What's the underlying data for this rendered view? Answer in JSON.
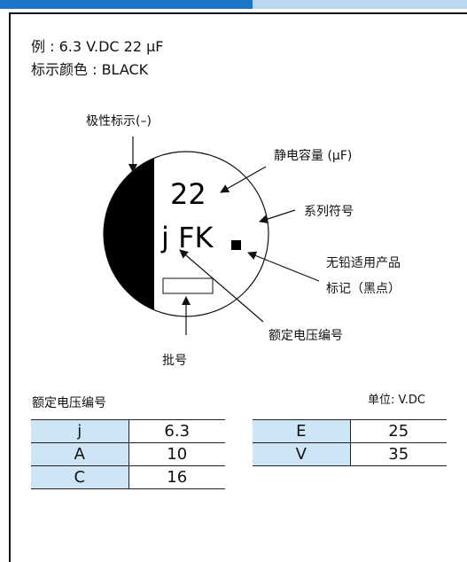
{
  "example": {
    "line1": "例 : 6.3 V.DC 22 µF",
    "line2": "标示颜色 : BLACK"
  },
  "diagram": {
    "polarity_label": "极性标示(–)",
    "capacitance_label": "静电容量 (µF)",
    "series_label": "系列符号",
    "leadfree_label_line1": "无铅适用产品",
    "leadfree_label_line2": "标记（黑点）",
    "voltage_code_label": "额定电压编号",
    "lot_label": "批号",
    "marking_capacitance": "22",
    "marking_series": "j FK"
  },
  "table_section": {
    "title": "额定电压编号",
    "unit": "单位: V.DC",
    "left_table": [
      {
        "code": "j",
        "voltage": "6.3"
      },
      {
        "code": "A",
        "voltage": "10"
      },
      {
        "code": "C",
        "voltage": "16"
      }
    ],
    "right_table": [
      {
        "code": "E",
        "voltage": "25"
      },
      {
        "code": "V",
        "voltage": "35"
      }
    ]
  },
  "colors": {
    "accent_blue": "#1b76c9",
    "light_blue": "#b9d8f0",
    "cell_blue": "#cde5f5"
  }
}
